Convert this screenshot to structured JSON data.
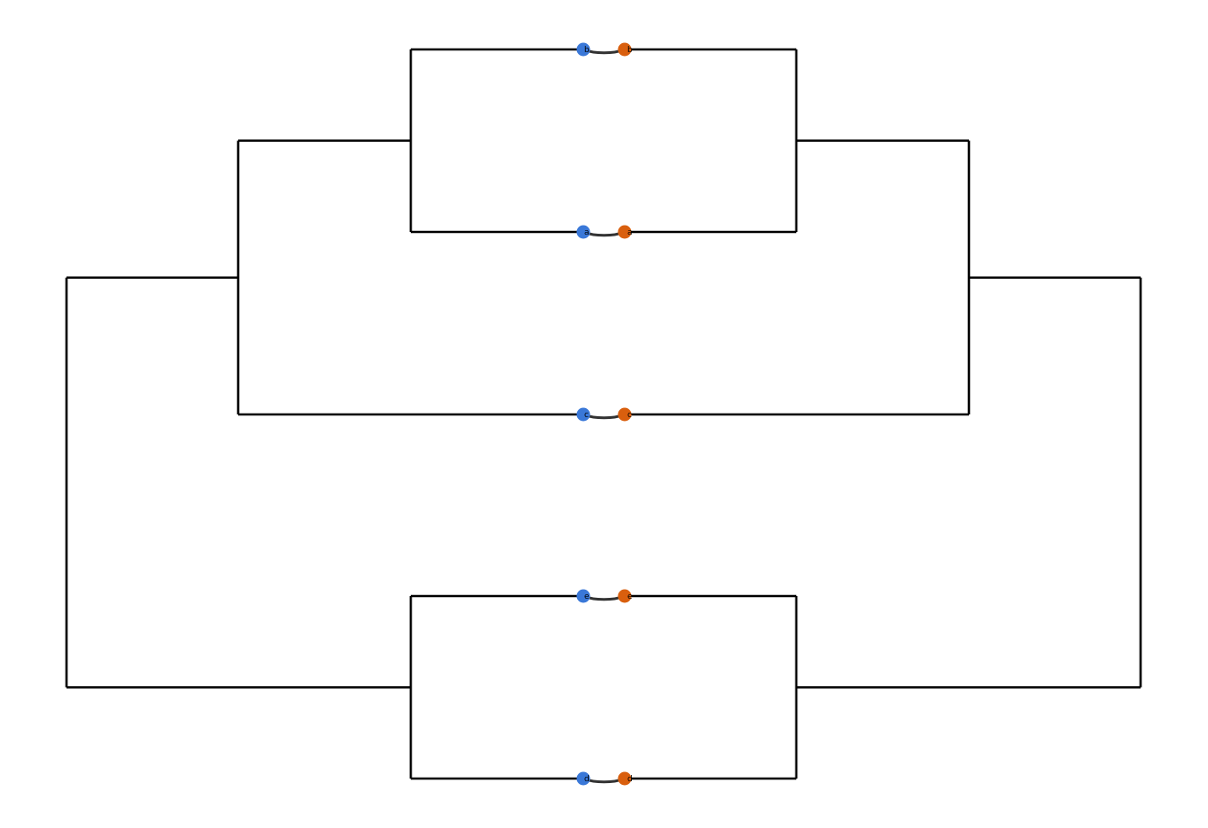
{
  "colors": {
    "background": "#ffffff",
    "tree_line": "#000000",
    "left_tip": "#3a78d8",
    "right_tip": "#d95f0e",
    "connector": "#333333"
  },
  "diagram": {
    "type": "tanglegram",
    "left_tree": {
      "name": "",
      "newick": "(((a,b),c),(d,e))",
      "tips": [
        {
          "id": "L1",
          "label": "b"
        },
        {
          "id": "L2",
          "label": "a"
        },
        {
          "id": "L3",
          "label": "c"
        },
        {
          "id": "L4",
          "label": "e"
        },
        {
          "id": "L5",
          "label": "d"
        }
      ]
    },
    "right_tree": {
      "name": "",
      "newick": "(((a,b),c),(d,e))",
      "tips": [
        {
          "id": "R1",
          "label": "b"
        },
        {
          "id": "R2",
          "label": "a"
        },
        {
          "id": "R3",
          "label": "c"
        },
        {
          "id": "R4",
          "label": "e"
        },
        {
          "id": "R5",
          "label": "d"
        }
      ]
    },
    "links": [
      {
        "left": "b",
        "right": "b"
      },
      {
        "left": "a",
        "right": "a"
      },
      {
        "left": "c",
        "right": "c"
      },
      {
        "left": "e",
        "right": "e"
      },
      {
        "left": "d",
        "right": "d"
      }
    ]
  }
}
